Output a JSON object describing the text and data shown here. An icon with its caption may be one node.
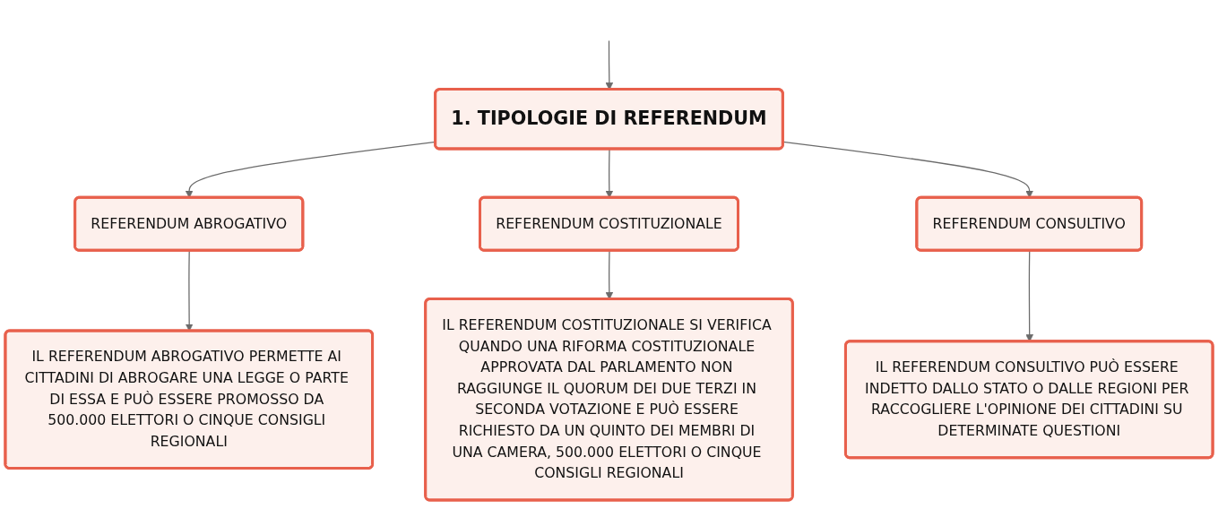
{
  "diagram": {
    "nodes": [
      {
        "text": [
          "1. TIPOLOGIE DI REFERENDUM"
        ]
      },
      {
        "text": [
          "REFERENDUM ABROGATIVO"
        ]
      },
      {
        "text": [
          "REFERENDUM COSTITUZIONALE"
        ]
      },
      {
        "text": [
          "REFERENDUM CONSULTIVO"
        ]
      },
      {
        "text": [
          "IL REFERENDUM ABROGATIVO PERMETTE AI CITTADINI DI ABROGARE UNA LEGGE O PARTE DI ESSA E PUÒ ESSERE PROMOSSO DA 500.000 ELETTORI O CINQUE CONSIGLI REGIONALI"
        ]
      },
      {
        "text": [
          "IL REFERENDUM COSTITUZIONALE SI VERIFICA QUANDO UNA RIFORMA COSTITUZIONALE APPROVATA DAL PARLAMENTO NON RAGGIUNGE IL QUORUM DEI DUE TERZI IN SECONDA VOTAZIONE E PUÒ ESSERE RICHIESTO DA UN QUINTO DEI MEMBRI DI UNA CAMERA, 500.000 ELETTORI O CINQUE CONSIGLI REGIONALI"
        ]
      },
      {
        "text": [
          "IL REFERENDUM CONSULTIVO PUÒ ESSERE INDETTO DALLO STATO O DALLE REGIONI PER RACCOGLIERE L'OPINIONE DEI CITTADINI SU DETERMINATE QUESTIONI"
        ]
      }
    ],
    "edges": [
      {
        "from": null,
        "to": 0,
        "arrow": "to"
      },
      {
        "from": 0,
        "to": 1,
        "arrow": "to"
      },
      {
        "from": 0,
        "to": 2,
        "arrow": "to"
      },
      {
        "from": 0,
        "to": 3,
        "arrow": "to"
      },
      {
        "from": 1,
        "to": 4,
        "arrow": "to"
      },
      {
        "from": 2,
        "to": 5,
        "arrow": "to"
      },
      {
        "from": 3,
        "to": 6,
        "arrow": "to"
      }
    ]
  }
}
